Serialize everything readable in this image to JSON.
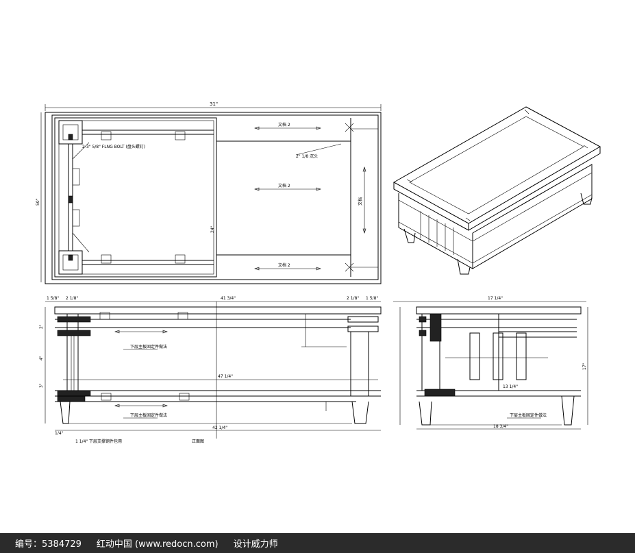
{
  "drawing": {
    "top_width": "31\"",
    "top_depth": "50\"",
    "label_center": "24\"",
    "label_top_right": "文档 2",
    "label_mid_right": "文档 2",
    "label_bot_right": "文档 2",
    "label_side_right": "文档",
    "label_bracket": "2-3\" 5/8\" FLNG BOLT (盘头螺钉)",
    "label_bracket2": "2\" 1/8 沉头",
    "front_overall": "41 3/4\"",
    "front_mid": "47 1/4\"",
    "front_bottom": "42 1/4\"",
    "front_left_a": "1 5/8\"",
    "front_left_b": "2 1/8\"",
    "front_right_a": "2 1/8\"",
    "front_right_b": "1 5/8\"",
    "side_overall": "17 1/4\"",
    "side_height": "17\"",
    "side_bottom": "18 3/4\"",
    "side_mid": "13 1/4\"",
    "note_a": "下层主板固定件做法",
    "note_b": "下层主板固定件做法",
    "note_c": "下层主板固定件做法",
    "note_d": "1 1/4\" 下层支撑钢件包用",
    "caption_front": "正面图",
    "dim_small": "1/4\"",
    "dim_2": "2\"",
    "dim_4": "4\"",
    "dim_3": "3\""
  },
  "footer": {
    "id_label": "编号：5384729",
    "site": "红动中国 (www.redocn.com)",
    "author": "设计威力师"
  }
}
